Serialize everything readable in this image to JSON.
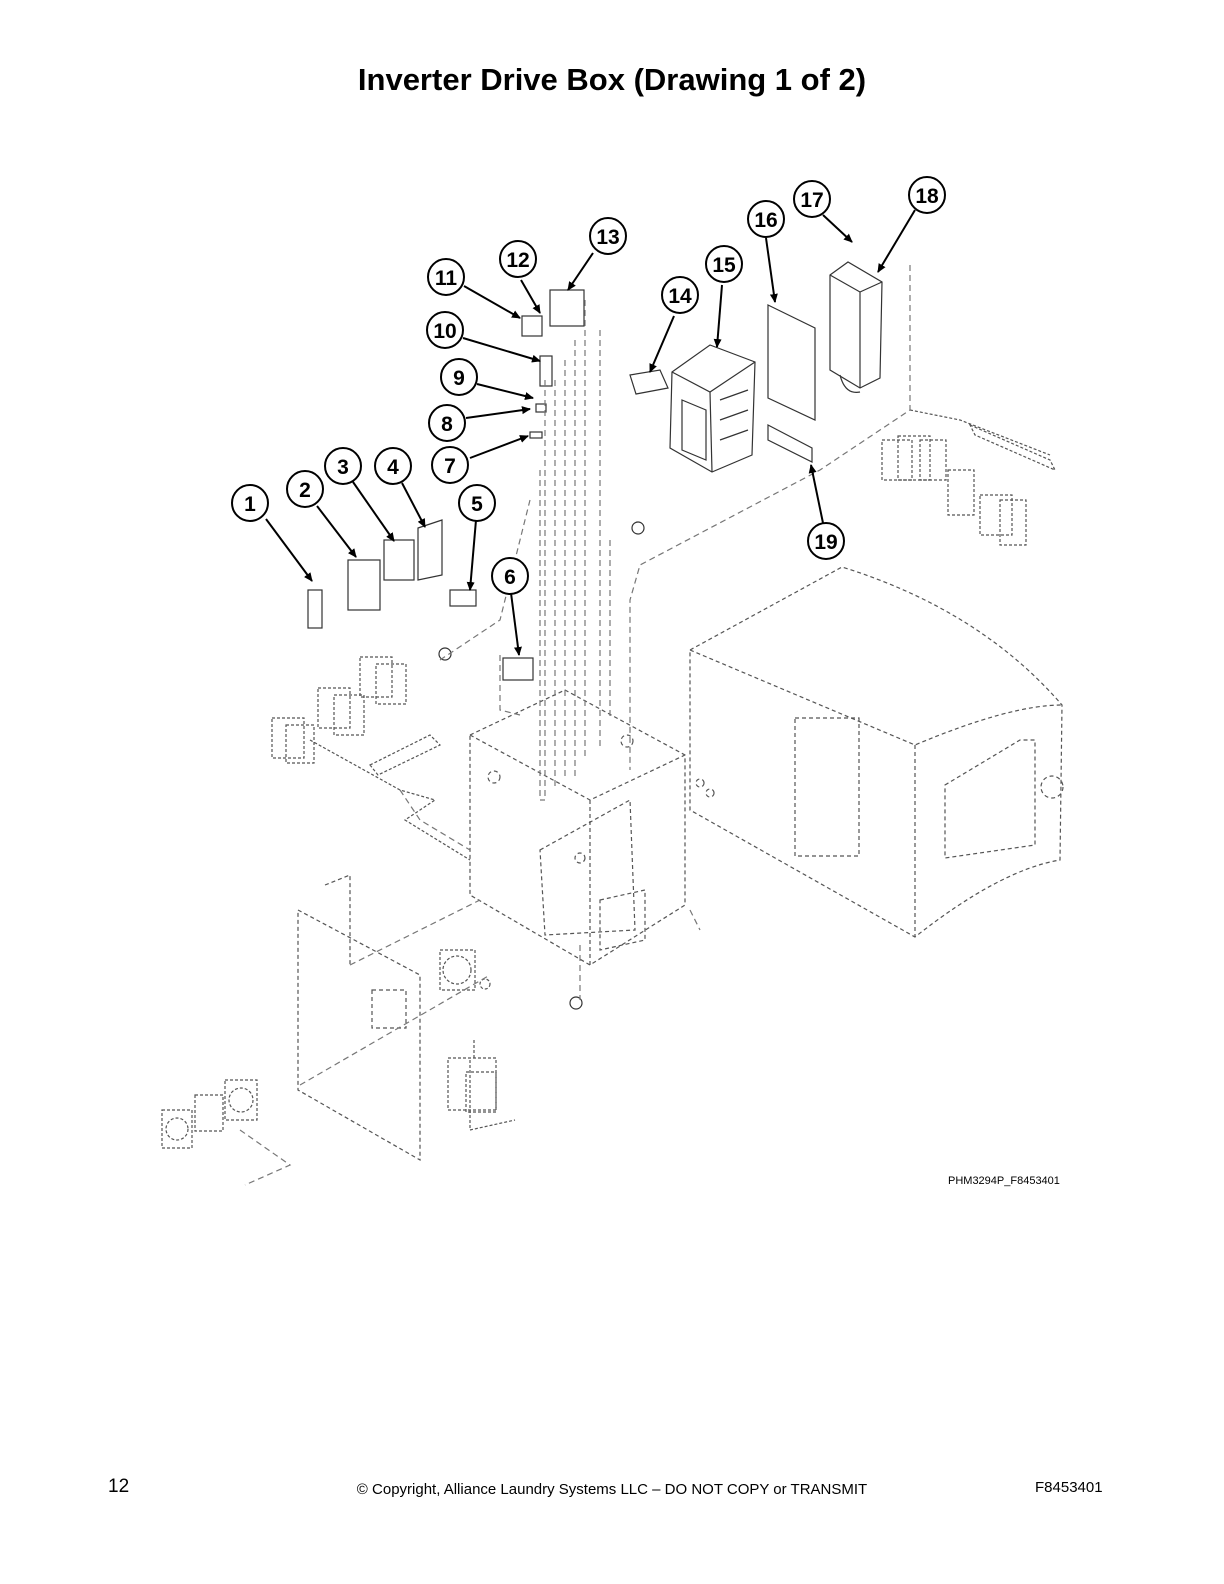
{
  "title": "Inverter Drive Box (Drawing 1 of 2)",
  "callouts": [
    {
      "label": "1"
    },
    {
      "label": "2"
    },
    {
      "label": "3"
    },
    {
      "label": "4"
    },
    {
      "label": "5"
    },
    {
      "label": "6"
    },
    {
      "label": "7"
    },
    {
      "label": "8"
    },
    {
      "label": "9"
    },
    {
      "label": "10"
    },
    {
      "label": "11"
    },
    {
      "label": "12"
    },
    {
      "label": "13"
    },
    {
      "label": "14"
    },
    {
      "label": "15"
    },
    {
      "label": "16"
    },
    {
      "label": "17"
    },
    {
      "label": "18"
    },
    {
      "label": "19"
    }
  ],
  "drawing_ref": "PHM3294P_F8453401",
  "footer": {
    "page_number": "12",
    "copyright": "© Copyright, Alliance Laundry Systems LLC – DO NOT COPY or TRANSMIT",
    "doc_id": "F8453401"
  }
}
